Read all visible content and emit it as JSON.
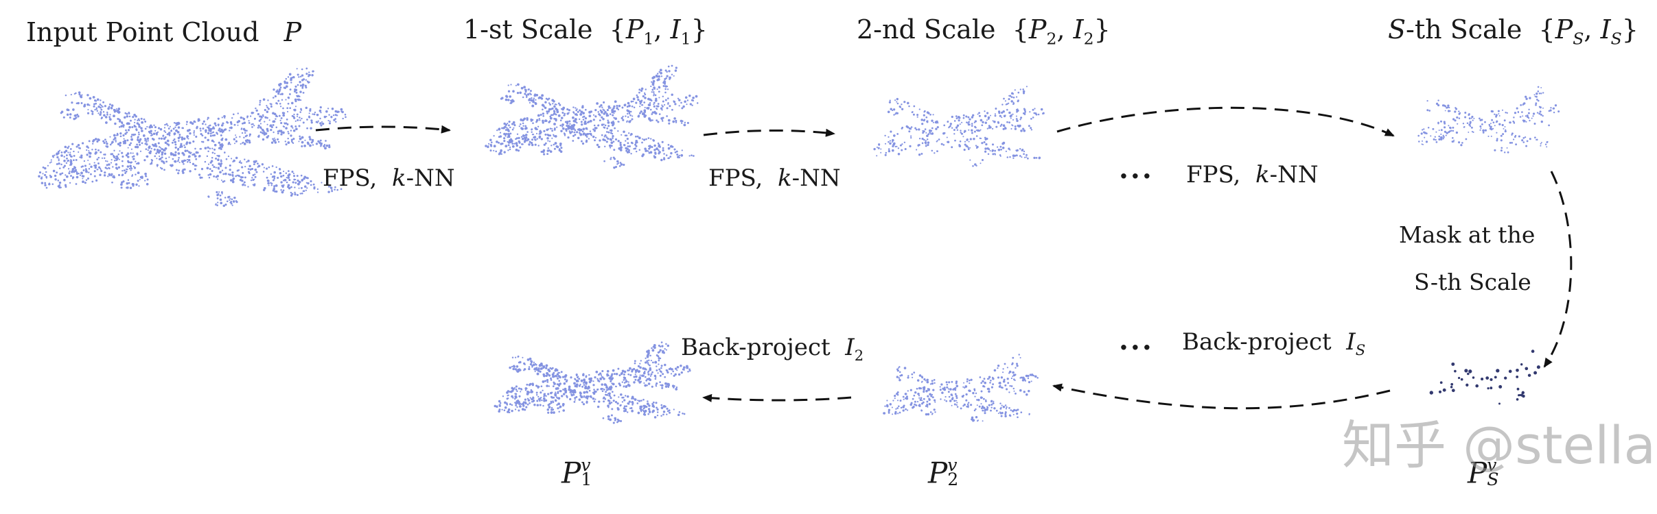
{
  "scales": {
    "input": {
      "text": "Input Point Cloud",
      "sym": "P"
    },
    "s1": {
      "text": "1-st Scale",
      "open": "{",
      "p": "P",
      "p_sub": "1",
      "sep": ",",
      "i": "I",
      "i_sub": "1",
      "close": "}"
    },
    "s2": {
      "text": "2-nd Scale",
      "open": "{",
      "p": "P",
      "p_sub": "2",
      "sep": ",",
      "i": "I",
      "i_sub": "2",
      "close": "}"
    },
    "sS": {
      "lead": "S",
      "text": "-th Scale",
      "open": "{",
      "p": "P",
      "p_sub": "S",
      "sep": ",",
      "i": "I",
      "i_sub": "S",
      "close": "}"
    }
  },
  "edges": {
    "fps1": {
      "a": "FPS,",
      "k": "k",
      "b": "-NN"
    },
    "fps2": {
      "a": "FPS,",
      "k": "k",
      "b": "-NN"
    },
    "fps3": {
      "a": "FPS,",
      "k": "k",
      "b": "-NN"
    },
    "mask_line1": "Mask at the",
    "mask_line2": "S-th Scale",
    "back2": {
      "a": "Back-project",
      "sym": "I",
      "sub": "2"
    },
    "backS": {
      "a": "Back-project",
      "sym": "I",
      "sub": "S"
    },
    "ellipsis": "···"
  },
  "outputs": {
    "v1": {
      "sym": "P",
      "sup": "v",
      "sub": "1"
    },
    "v2": {
      "sym": "P",
      "sup": "v",
      "sub": "2"
    },
    "vS": {
      "sym": "P",
      "sup": "v",
      "sub": "S"
    }
  },
  "watermark": "知乎 @stella",
  "colors": {
    "points": "#5b6fd8",
    "points_dark": "#1c2460",
    "arrow": "#111111"
  }
}
